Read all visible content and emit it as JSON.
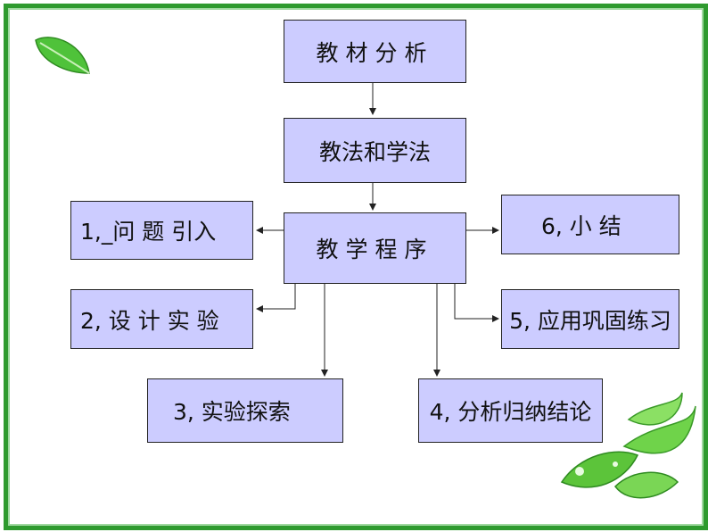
{
  "nodes": {
    "material_analysis": "教材分析",
    "methods": "教法和学法",
    "procedure": "教学程序",
    "step1": "1,_问 题 引入",
    "step2": "2, 设 计 实 验",
    "step3": "3,  实验探索",
    "step4": "4, 分析归纳结论",
    "step5": "5, 应用巩固练习",
    "step6": "6,   小 结"
  },
  "colors": {
    "box_fill": "#ccccff",
    "frame": "#2f9a2f",
    "leaf": "#5cc43a"
  },
  "icons": [
    "leaf-icon"
  ]
}
